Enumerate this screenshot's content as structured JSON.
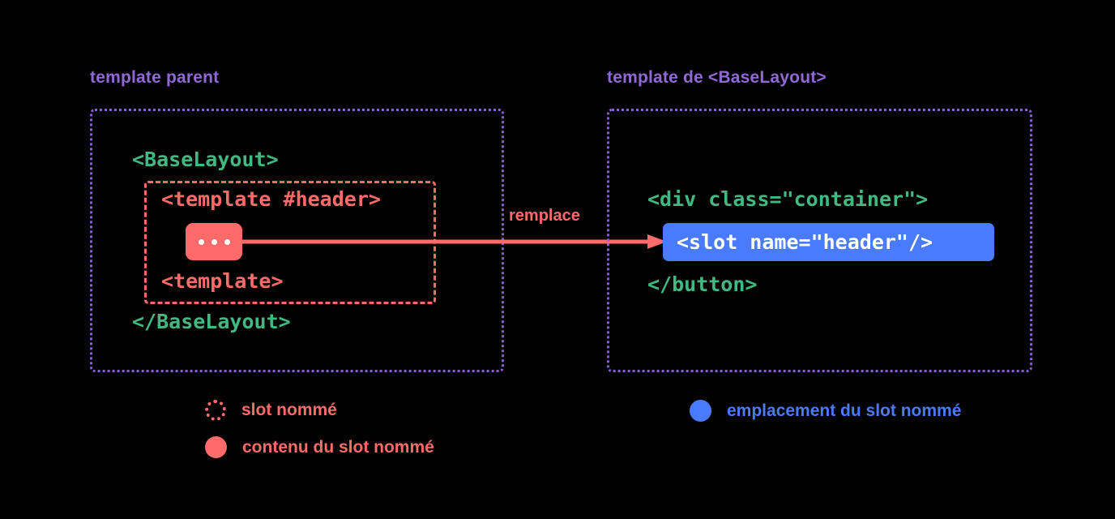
{
  "panels": {
    "left": {
      "title": "template parent",
      "code": {
        "baselayout_open": "<BaseLayout>",
        "template_header": "<template #header>",
        "template_close": "<template>",
        "baselayout_close": "</BaseLayout>",
        "slot_content_ellipsis": "..."
      }
    },
    "right": {
      "title": "template de <BaseLayout>",
      "code": {
        "div_container": "<div class=\"container\">",
        "slot_placeholder": "<slot name=\"header\"/>",
        "button_close": "</button>"
      }
    }
  },
  "arrow": {
    "label": "remplace"
  },
  "legend": [
    {
      "id": "named-slot",
      "icon": "dashed-circle-icon",
      "label": "slot nommé",
      "color": "#ff6a6a"
    },
    {
      "id": "slot-content",
      "icon": "filled-circle-icon",
      "label": "contenu du slot nommé",
      "color": "#ff6a6a"
    },
    {
      "id": "slot-outlet",
      "icon": "filled-circle-icon",
      "label": "emplacement du slot nommé",
      "color": "#4a7afe"
    }
  ],
  "colors": {
    "background": "#000000",
    "purple": "#8a5cd8",
    "green": "#42b883",
    "red": "#ff6a6a",
    "blue": "#4a7afe",
    "white": "#ffffff"
  }
}
